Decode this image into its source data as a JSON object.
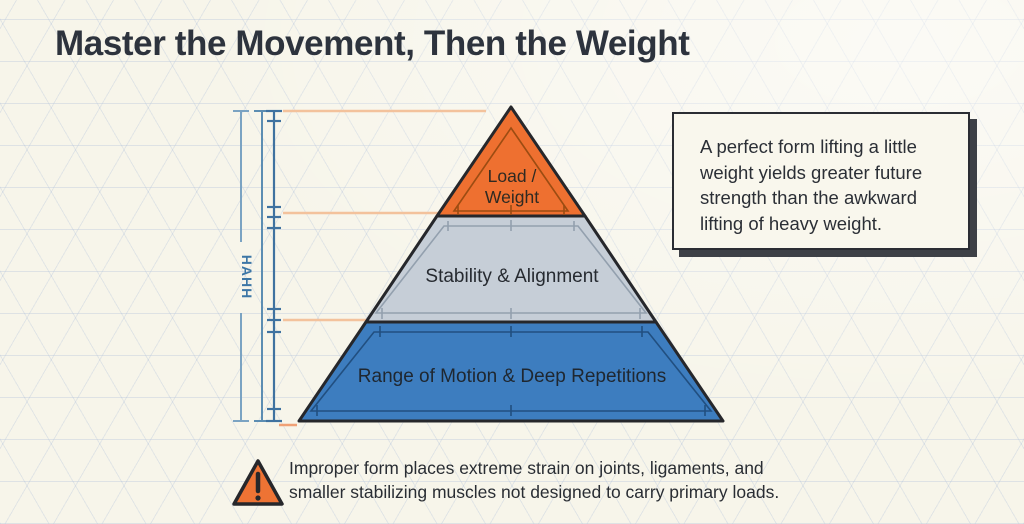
{
  "title": "Master the Movement, Then the Weight",
  "dimension": {
    "label": "HAHH"
  },
  "pyramid": {
    "tier1": {
      "line1": "Load /",
      "line2": "Weight",
      "fill": "#ee7030"
    },
    "tier2": {
      "label": "Stability & Alignment",
      "fill": "#c6ced7"
    },
    "tier3": {
      "label": "Range of Motion & Deep Repetitions",
      "fill": "#3d7dbf"
    }
  },
  "callout": {
    "lines": [
      "A perfect form lifting a little",
      "weight yields greater future",
      "strength than the awkward",
      "lifting of heavy weight."
    ]
  },
  "warning": {
    "icon": "warning-triangle-icon",
    "lines": [
      "Improper form places extreme strain on joints, ligaments, and",
      "smaller stabilizing muscles not designed to carry primary loads."
    ]
  },
  "colors": {
    "background": "#f7f5ea",
    "outline": "#26272b",
    "tier1_fill": "#ee7030",
    "tier2_fill": "#c6ced7",
    "tier3_fill": "#3d7dbf",
    "measure_blue": "#4d80aa",
    "accent_salmon": "#f3c29c",
    "warning_orange": "#ee7334"
  }
}
